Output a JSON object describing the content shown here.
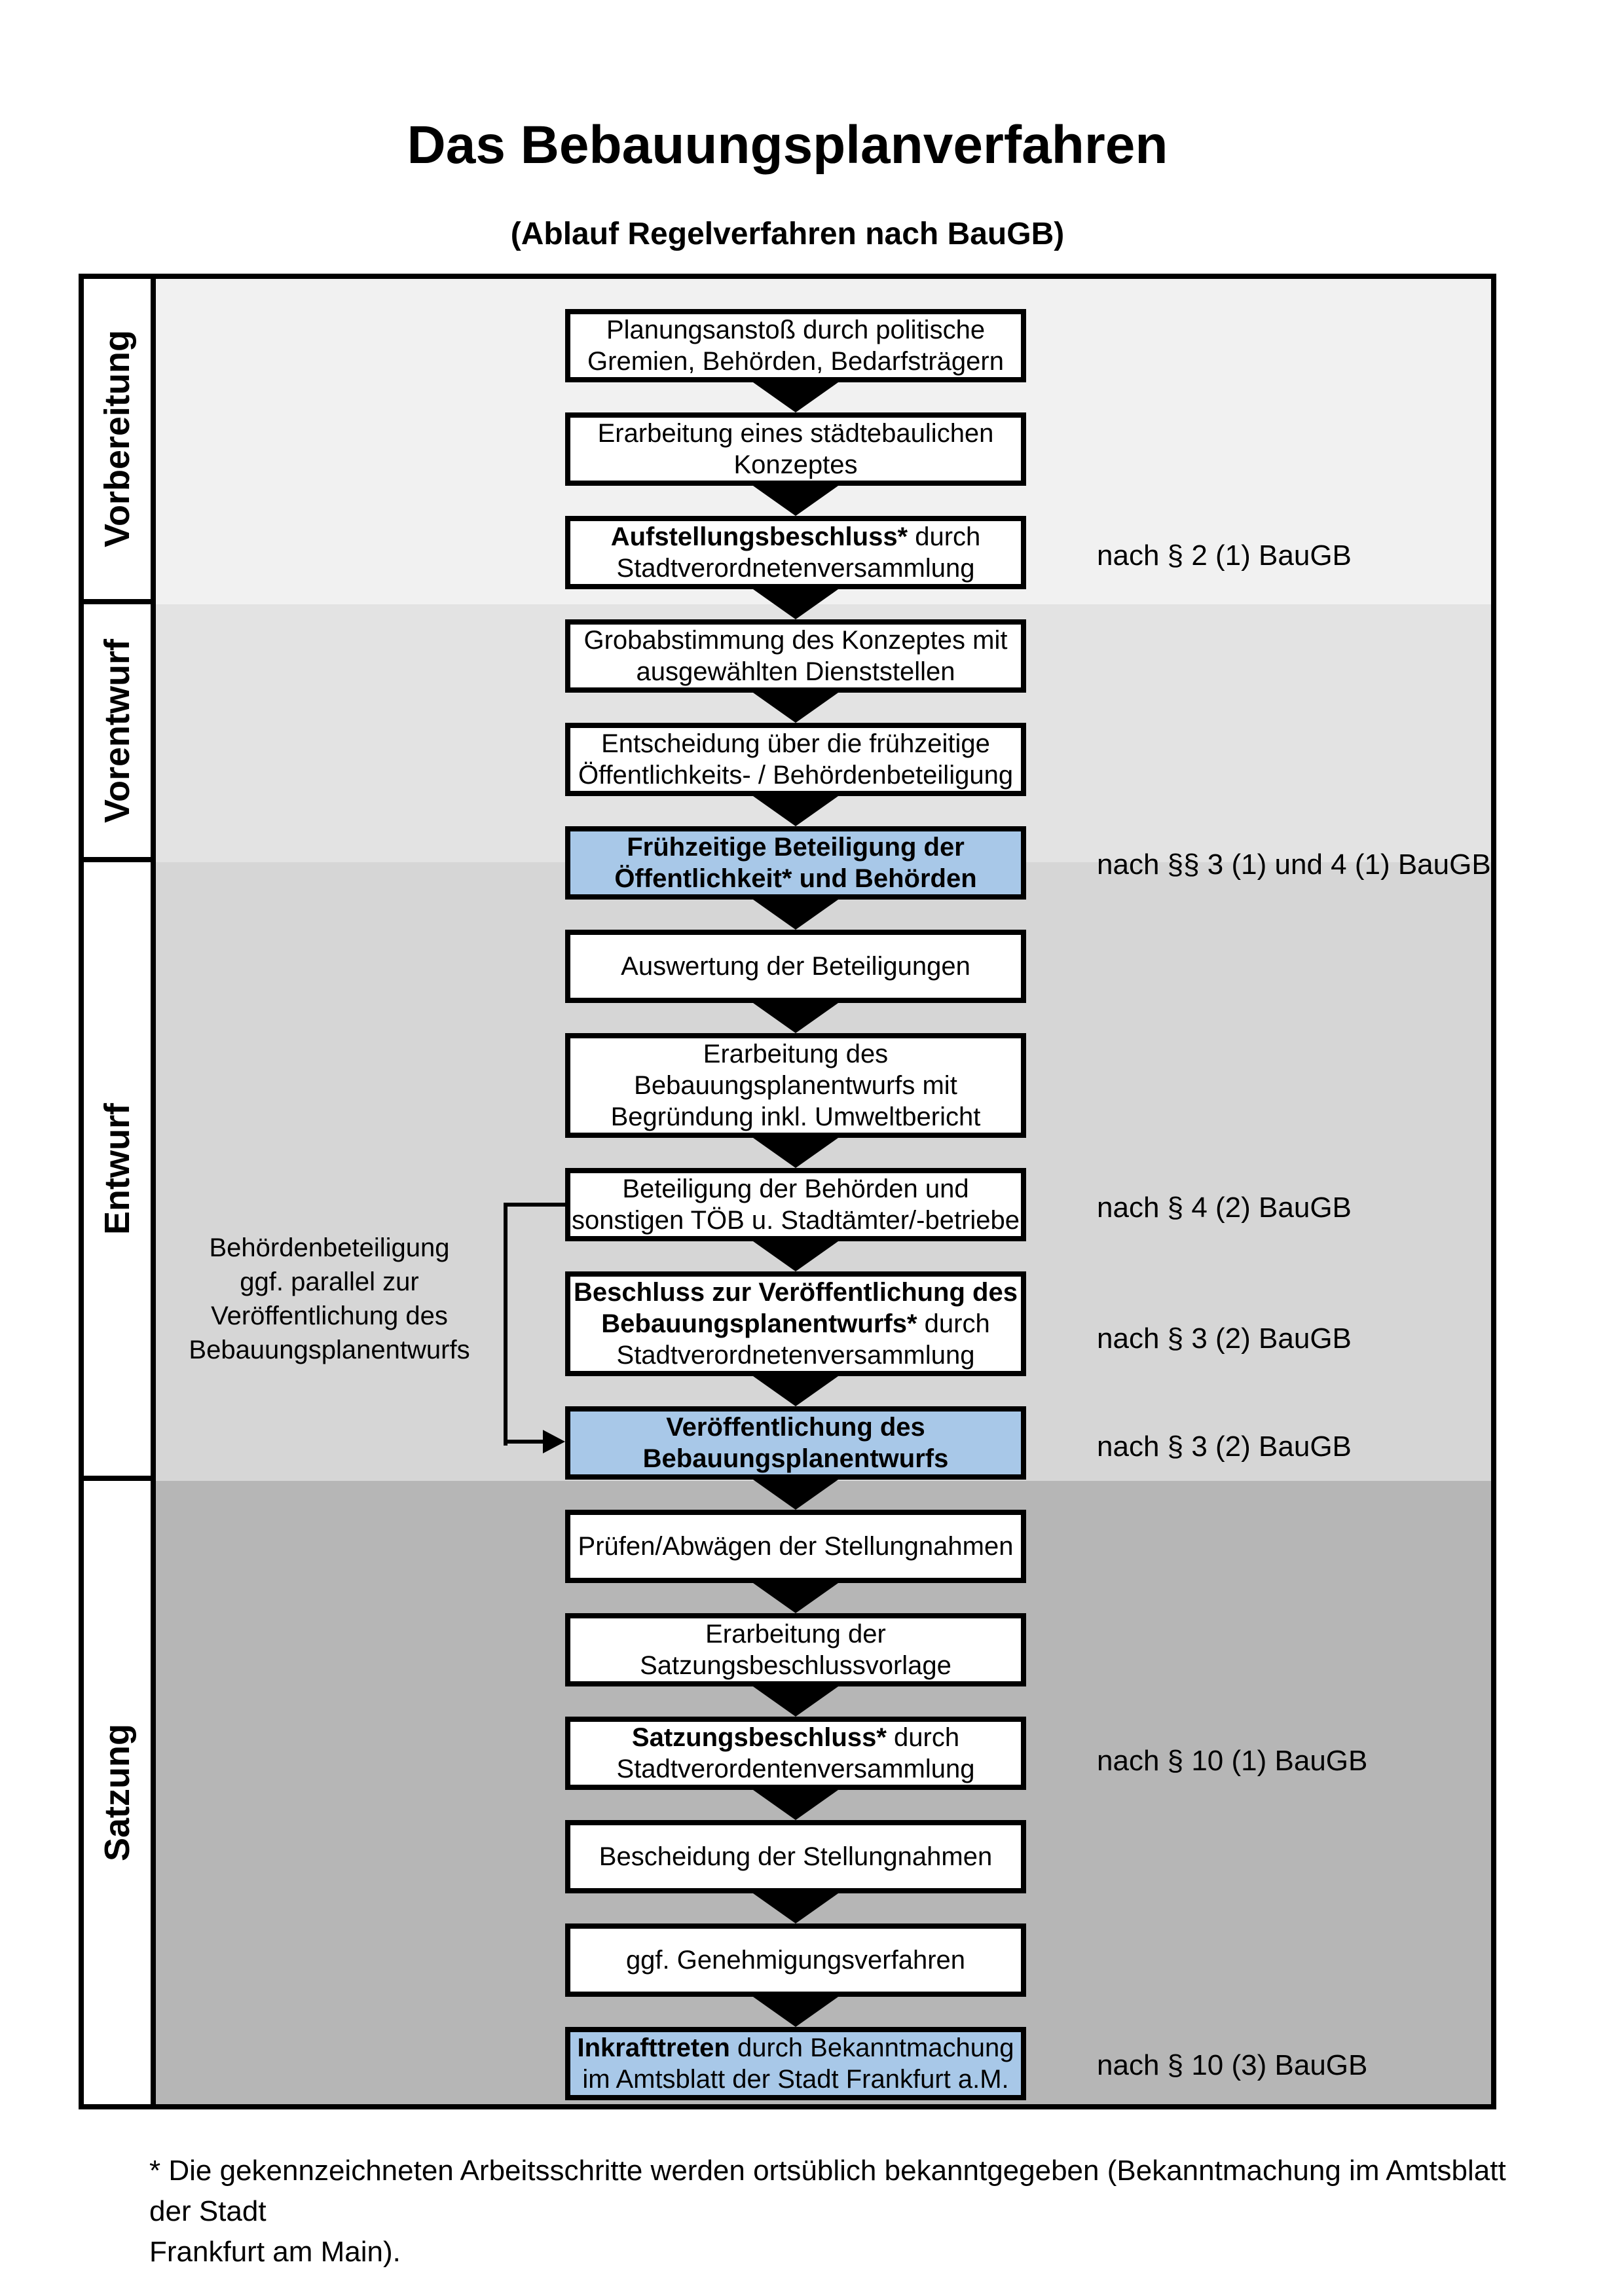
{
  "title": "Das Bebauungsplanverfahren",
  "subtitle": "(Ablauf Regelverfahren nach BauGB)",
  "colors": {
    "highlight_blue": "#a8c8e8",
    "phase_bg_vorbereitung": "#f1f1f1",
    "phase_bg_vorentwurf": "#e3e3e3",
    "phase_bg_entwurf": "#d6d6d6",
    "phase_bg_satzung": "#b6b6b6",
    "box_border": "#000000"
  },
  "phases": [
    {
      "label": "Vorbereitung"
    },
    {
      "label": "Vorentwurf"
    },
    {
      "label": "Entwurf"
    },
    {
      "label": "Satzung"
    }
  ],
  "boxes": [
    {
      "bold": "",
      "text": "Planungsanstoß durch politische\nGremien, Behörden, Bedarfsträgern"
    },
    {
      "bold": "",
      "text": "Erarbeitung eines städtebaulichen\nKonzeptes"
    },
    {
      "bold": "Aufstellungsbeschluss*",
      "text": " durch\nStadtverordnetenversammlung"
    },
    {
      "bold": "",
      "text": "Grobabstimmung des Konzeptes mit\nausgewählten Dienststellen"
    },
    {
      "bold": "",
      "text": "Entscheidung über die frühzeitige\nÖffentlichkeits- / Behördenbeteiligung"
    },
    {
      "bold": "Frühzeitige Beteiligung der\nÖffentlichkeit* und Behörden",
      "text": ""
    },
    {
      "bold": "",
      "text": "Auswertung der Beteiligungen"
    },
    {
      "bold": "",
      "text": "Erarbeitung des\nBebauungsplanentwurfs mit\nBegründung inkl. Umweltbericht"
    },
    {
      "bold": "",
      "text": "Beteiligung der Behörden und\nsonstigen TÖB u. Stadtämter/-betriebe"
    },
    {
      "bold": "Beschluss zur Veröffentlichung des\nBebauungsplanentwurfs*",
      "text": " durch\nStadtverordnetenversammlung"
    },
    {
      "bold": "Veröffentlichung des\nBebauungsplanentwurfs",
      "text": ""
    },
    {
      "bold": "",
      "text": "Prüfen/Abwägen der Stellungnahmen"
    },
    {
      "bold": "",
      "text": "Erarbeitung der\nSatzungsbeschlussvorlage"
    },
    {
      "bold": "Satzungsbeschluss*",
      "text": " durch\nStadtverordentenversammlung"
    },
    {
      "bold": "",
      "text": "Bescheidung der Stellungnahmen"
    },
    {
      "bold": "",
      "text": "ggf. Genehmigungsverfahren"
    },
    {
      "bold": "Inkrafttreten",
      "text": " durch Bekanntmachung\nim Amtsblatt der Stadt Frankfurt a.M."
    }
  ],
  "annotations": [
    {
      "text": "nach § 2 (1) BauGB"
    },
    {
      "text": "nach §§ 3 (1) und 4 (1) BauGB"
    },
    {
      "text": "nach § 4 (2) BauGB"
    },
    {
      "text": "nach § 3 (2) BauGB"
    },
    {
      "text": "nach § 3 (2) BauGB"
    },
    {
      "text": "nach § 10 (1) BauGB"
    },
    {
      "text": "nach § 10 (3) BauGB"
    }
  ],
  "side_note": "Behördenbeteiligung\nggf. parallel zur\nVeröffentlichung des\nBebauungsplanentwurfs",
  "footnote": "* Die gekennzeichneten Arbeitsschritte werden ortsüblich bekanntgegeben (Bekanntmachung im Amtsblatt der Stadt\nFrankfurt am Main)."
}
